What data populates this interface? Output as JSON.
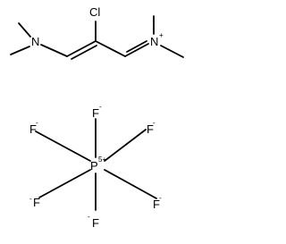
{
  "cation": {
    "n_left": "N",
    "cl": "Cl",
    "n_right": "N",
    "n_right_charge": "+"
  },
  "anion": {
    "p": "P",
    "p_charge": "5+",
    "f_upper_left": "F",
    "f_upper_left_charge": "-",
    "f_top": "F",
    "f_top_charge": "-",
    "f_upper_right": "F",
    "f_upper_right_charge": "-",
    "f_lower_left": "F",
    "f_lower_left_charge": "-",
    "f_lower_right": "F",
    "f_lower_right_charge": "-",
    "f_bottom": "F",
    "f_bottom_charge": "-"
  }
}
